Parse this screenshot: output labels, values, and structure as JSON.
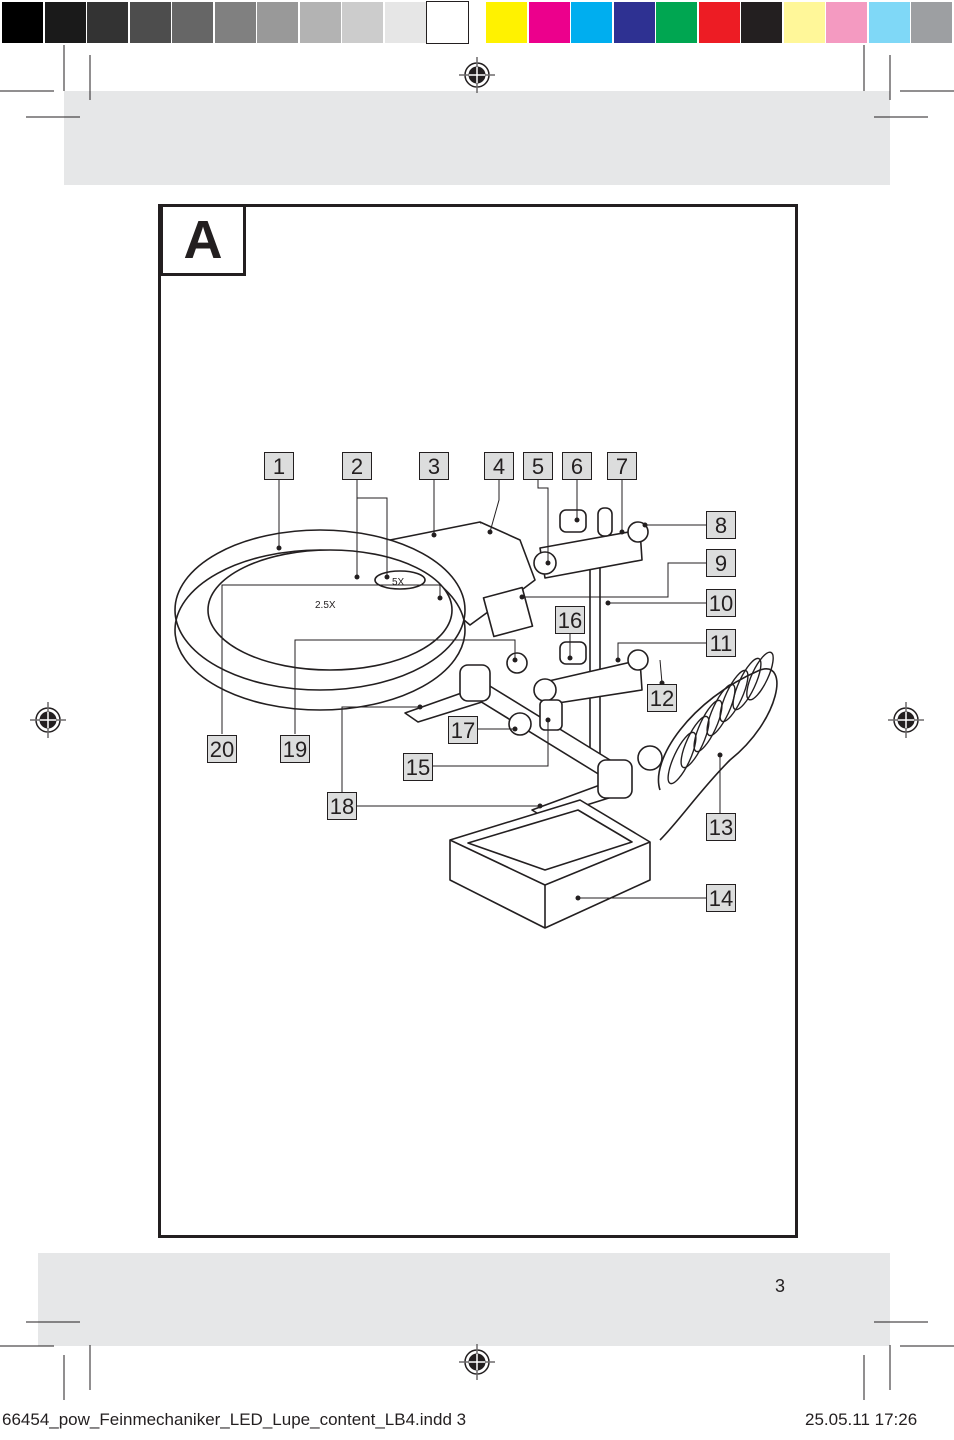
{
  "colors": {
    "gray_swatches": [
      "#000000",
      "#1a1a1a",
      "#333333",
      "#4d4d4d",
      "#666666",
      "#808080",
      "#999999",
      "#b3b3b3",
      "#cccccc",
      "#e6e6e6",
      "#ffffff"
    ],
    "color_swatches": [
      "#fff200",
      "#ec008c",
      "#00aeef",
      "#2e3192",
      "#00a651",
      "#ed1c24",
      "#231f20",
      "#fff799",
      "#f49ac1",
      "#7fd8f7",
      "#9d9fa2"
    ],
    "band": "#e6e7e8",
    "ink": "#231f20"
  },
  "figure": {
    "section_letter": "A",
    "callouts": [
      "1",
      "2",
      "3",
      "4",
      "5",
      "6",
      "7",
      "8",
      "9",
      "10",
      "11",
      "12",
      "13",
      "14",
      "15",
      "16",
      "17",
      "18",
      "19",
      "20"
    ],
    "lens_labels": {
      "small": "5X",
      "large": "2.5X"
    }
  },
  "footer": {
    "page_number": "3",
    "file_slug": "66454_pow_Feinmechaniker_LED_Lupe_content_LB4.indd   3",
    "date_time": "25.05.11   17:26"
  }
}
